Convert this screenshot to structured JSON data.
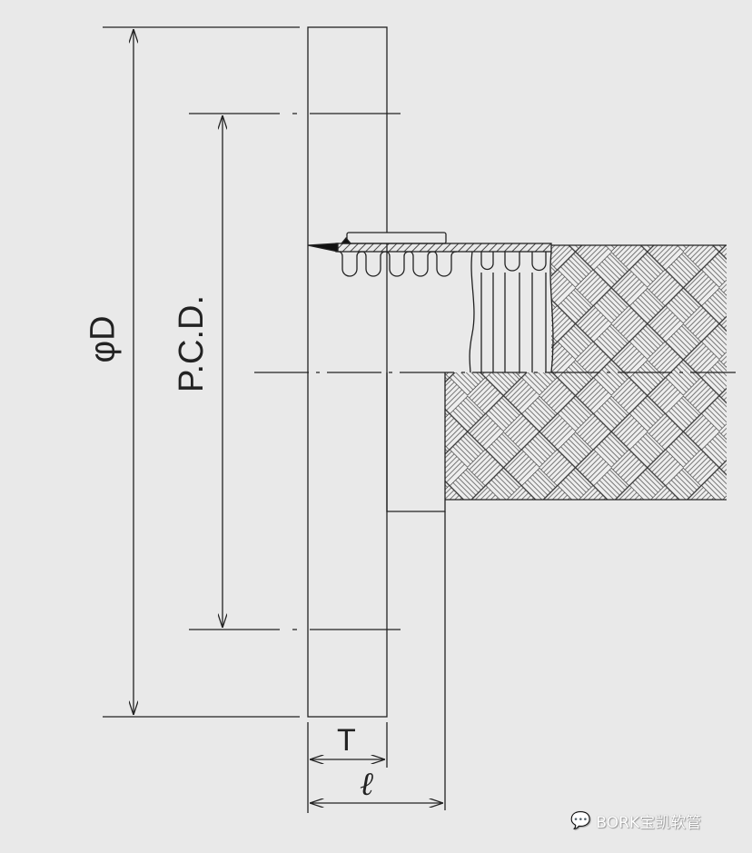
{
  "labels": {
    "diameter": "φD",
    "pcd": "P.C.D.",
    "thickness": "T",
    "length": "ℓ"
  },
  "watermark": {
    "text": "BORK宝凯软管",
    "icon": "wechat-icon"
  },
  "colors": {
    "background": "#e9e9e9",
    "line": "#222222"
  }
}
